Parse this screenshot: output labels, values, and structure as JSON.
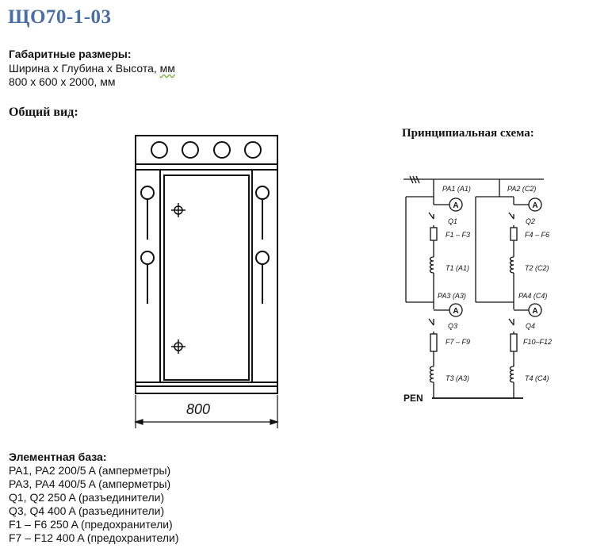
{
  "title": "ЩО70-1-03",
  "dimensions": {
    "heading": "Габаритные размеры:",
    "subtitle_prefix": "Ширина x Глубина x Высота, ",
    "subtitle_unit": "мм",
    "value": "800 x 600 x 2000, мм"
  },
  "general_view": {
    "heading": "Общий вид:",
    "width_label": "800"
  },
  "schematic": {
    "heading": "Принципиальная схема:",
    "left": {
      "pa_top": "PA1 (A1)",
      "q_top": "Q1",
      "f_top": "F1 – F3",
      "t_top": "T1 (A1)",
      "pa_bottom": "PA3 (A3)",
      "q_bottom": "Q3",
      "f_bottom": "F7 – F9",
      "t_bottom": "T3 (A3)"
    },
    "right": {
      "pa_top": "PA2 (C2)",
      "q_top": "Q2",
      "f_top": "F4 – F6",
      "t_top": "T2 (C2)",
      "pa_bottom": "PA4 (C4)",
      "q_bottom": "Q4",
      "f_bottom": "F10–F12",
      "t_bottom": "T4 (C4)"
    },
    "ammeter_symbol": "A",
    "pen_label": "PEN"
  },
  "element_base": {
    "heading": "Элементная база:",
    "items": [
      "PA1, PA2 200/5 A (амперметры)",
      "PA3, PA4 400/5 A (амперметры)",
      "Q1, Q2 250 A (разъединители)",
      "Q3, Q4 400 A (разъединители)",
      "F1 – F6 250 A (предохранители)",
      "F7 – F12 400 A (предохранители)"
    ]
  }
}
